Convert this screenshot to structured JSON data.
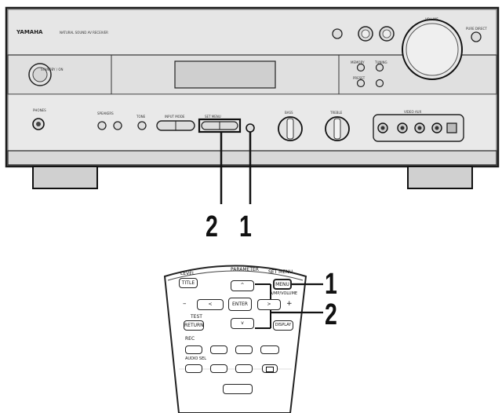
{
  "receiver": {
    "brand": "YAMAHA",
    "model": "NATURAL SOUND  AV RECEIVER",
    "panel_labels": {
      "standby_on": "STANDBY / ON",
      "phones": "PHONES",
      "speakers": "SPEAKERS",
      "tone_control": "TONE",
      "input_mode": "INPUT MODE",
      "set_menu": "SET MENU",
      "bass": "BASS",
      "treble": "TREBLE",
      "video_aux": "VIDEO AUX",
      "volume": "VOLUME",
      "pure_direct": "PURE DIRECT",
      "memory": "MEMORY",
      "tuning": "TUNING",
      "preset": "PRESET"
    }
  },
  "callouts": {
    "top_left": "2",
    "top_right": "1",
    "remote_top": "1",
    "remote_bottom": "2"
  },
  "remote": {
    "level_label": "LEVEL",
    "title_btn": "TITLE",
    "test_label": "TEST",
    "return_btn": "RETURN",
    "set_menu_label": "SET MENU",
    "menu_btn": "MENU",
    "amp_label": "A/MP/VOLUME",
    "param_label": "PARAMETER",
    "enter_btn": "ENTER",
    "display_btn": "DISPLAY",
    "minus": "–",
    "plus": "+",
    "rec_label": "REC",
    "audio_label": "AUDIO SEL",
    "up_arrow": "^",
    "down_arrow": "v",
    "left_arrow": "<",
    "right_arrow": ">"
  }
}
